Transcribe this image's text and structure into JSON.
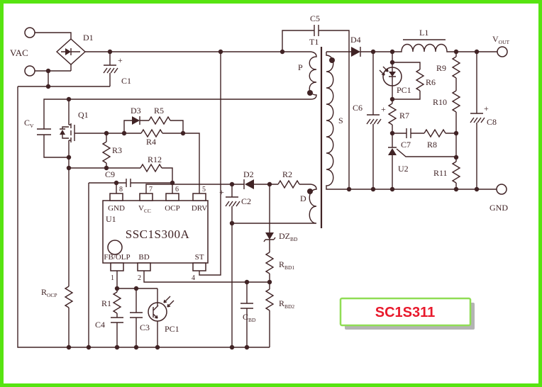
{
  "diagram": {
    "line_color": "#402325",
    "frame_color": "#57e411",
    "background": "#ffffff",
    "input": {
      "label": "VAC"
    },
    "output": {
      "vout_main": "V",
      "vout_sub": "OUT",
      "gnd": "GND"
    },
    "components": {
      "d1": "D1",
      "c1": "C1",
      "cv_main": "C",
      "cv_sub": "V",
      "q1": "Q1",
      "d3": "D3",
      "r5": "R5",
      "r4": "R4",
      "r3": "R3",
      "r12": "R12",
      "c9": "C9",
      "rocp_main": "R",
      "rocp_sub": "OCP",
      "r1": "R1",
      "c4": "C4",
      "c3": "C3",
      "pc1_primary": "PC1",
      "d2": "D2",
      "c2": "C2",
      "r2": "R2",
      "dz_main": "DZ",
      "dz_sub": "BD",
      "rbd1_main": "R",
      "rbd1_sub": "BD1",
      "rbd2_main": "R",
      "rbd2_sub": "BD2",
      "cbd_main": "C",
      "cbd_sub": "BD",
      "t1": "T1",
      "c5": "C5",
      "p_winding": "P",
      "s_winding": "S",
      "d_winding": "D",
      "d4": "D4",
      "c6": "C6",
      "pc1_secondary": "PC1",
      "r6": "R6",
      "r7": "R7",
      "c7": "C7",
      "r8": "R8",
      "u2": "U2",
      "r9": "R9",
      "r10": "R10",
      "r11": "R11",
      "c8": "C8",
      "l1": "L1",
      "plus": "+"
    },
    "ic": {
      "ref": "U1",
      "part": "SSC1S300A",
      "pins_top": [
        {
          "num": "8",
          "name": "GND"
        },
        {
          "num": "7",
          "name": "V",
          "name_sub": "CC"
        },
        {
          "num": "6",
          "name": "OCP"
        },
        {
          "num": "5",
          "name": "DRV"
        }
      ],
      "pins_bottom": [
        {
          "num": "1",
          "name": "FB/OLP"
        },
        {
          "num": "2",
          "name": "BD"
        },
        {
          "num": "4",
          "name": "ST"
        }
      ]
    },
    "badge": {
      "text": "SC1S311",
      "text_color": "#e8192c",
      "border_color": "#90dd55"
    }
  }
}
